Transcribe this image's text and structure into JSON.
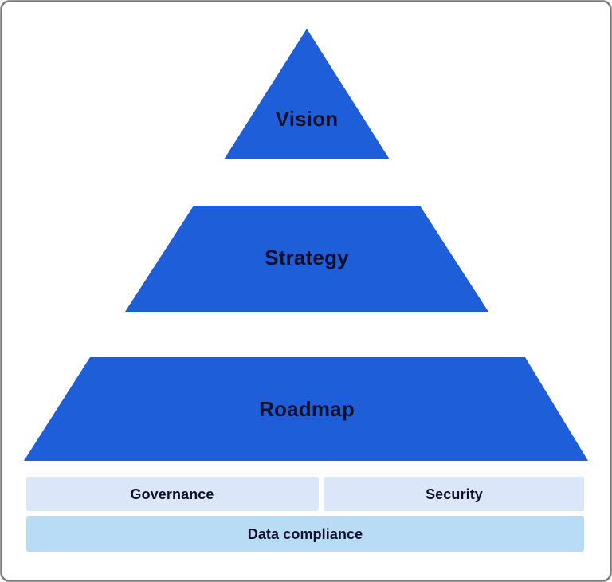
{
  "frame": {
    "border_color": "#7b7b7b",
    "background": "#ffffff"
  },
  "colors": {
    "pyramid_blue": "#1e5ed8",
    "band_light_blue": "#dbe7f8",
    "band_sky_blue": "#b9dcf6",
    "label_dark": "#10102c"
  },
  "pyramid": {
    "levels": [
      {
        "label": "Vision"
      },
      {
        "label": "Strategy"
      },
      {
        "label": "Roadmap"
      }
    ]
  },
  "foundation": {
    "top_bands": [
      {
        "label": "Governance"
      },
      {
        "label": "Security"
      }
    ],
    "bottom_band": {
      "label": "Data compliance"
    }
  }
}
